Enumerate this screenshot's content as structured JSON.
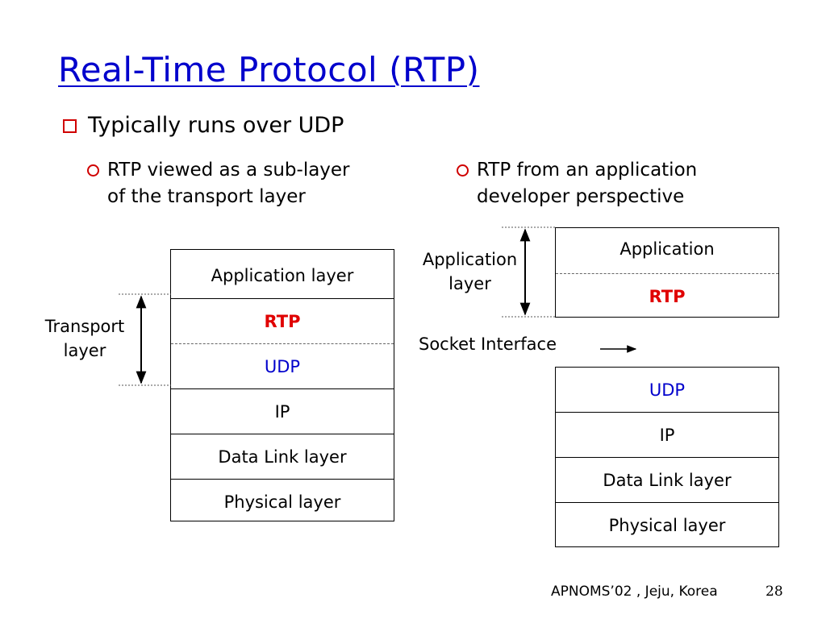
{
  "title": "Real-Time Protocol (RTP)",
  "bullet": "Typically runs over UDP",
  "left": {
    "point_lines": [
      "RTP viewed as a sub-layer",
      "of the transport layer"
    ],
    "stack": [
      "Application layer",
      "RTP",
      "UDP",
      "IP",
      "Data Link layer",
      "Physical layer"
    ],
    "side_label": [
      "Transport",
      "layer"
    ]
  },
  "right": {
    "point_lines": [
      "RTP from an application",
      "developer perspective"
    ],
    "upper_stack": [
      "Application",
      "RTP"
    ],
    "side_label": [
      "Application",
      "layer"
    ],
    "socket_label": "Socket Interface",
    "lower_stack": [
      "UDP",
      "IP",
      "Data Link layer",
      "Physical layer"
    ]
  },
  "footer": "APNOMS’02 , Jeju, Korea",
  "page_number": "28",
  "colors": {
    "title": "#0000cc",
    "bullet_marker": "#d00000",
    "rtp": "#e00000",
    "udp": "#0000cc"
  }
}
